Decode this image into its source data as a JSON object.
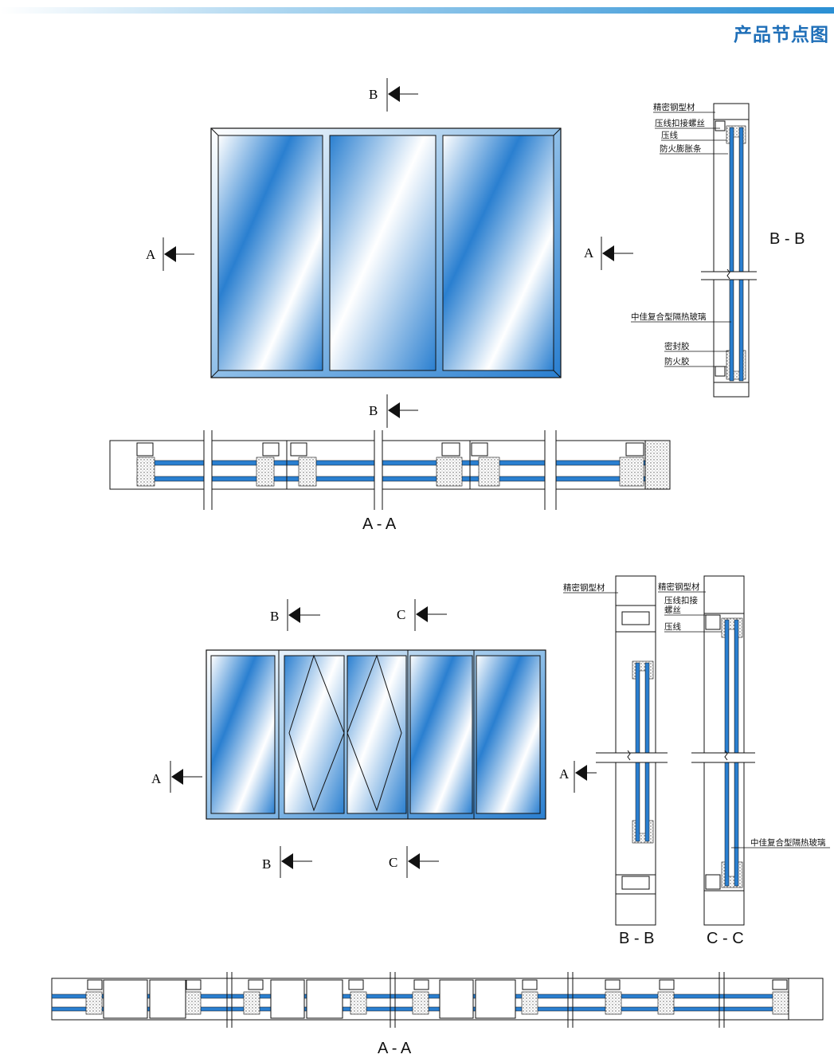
{
  "header": {
    "title": "产品节点图"
  },
  "colors": {
    "accent": "#1f6fb8",
    "glass_blue": "#2a7fd0",
    "glass_light": "#ffffff"
  },
  "markers": {
    "a": "A",
    "b": "B",
    "c": "C"
  },
  "diagram1": {
    "labels": [
      "精密钢型材",
      "压线扣接螺丝",
      "压线",
      "防火膨胀条",
      "中佳复合型隔热玻璃",
      "密封胶",
      "防火胶"
    ],
    "section_bb": "B - B",
    "section_aa": "A - A"
  },
  "diagram2": {
    "labels_bb": [
      "精密钢型材"
    ],
    "labels_cc": [
      "精密钢型材",
      "压线扣接",
      "螺丝",
      "压线",
      "中佳复合型隔热玻璃"
    ],
    "section_bb": "B - B",
    "section_cc": "C - C",
    "section_aa": "A - A"
  }
}
